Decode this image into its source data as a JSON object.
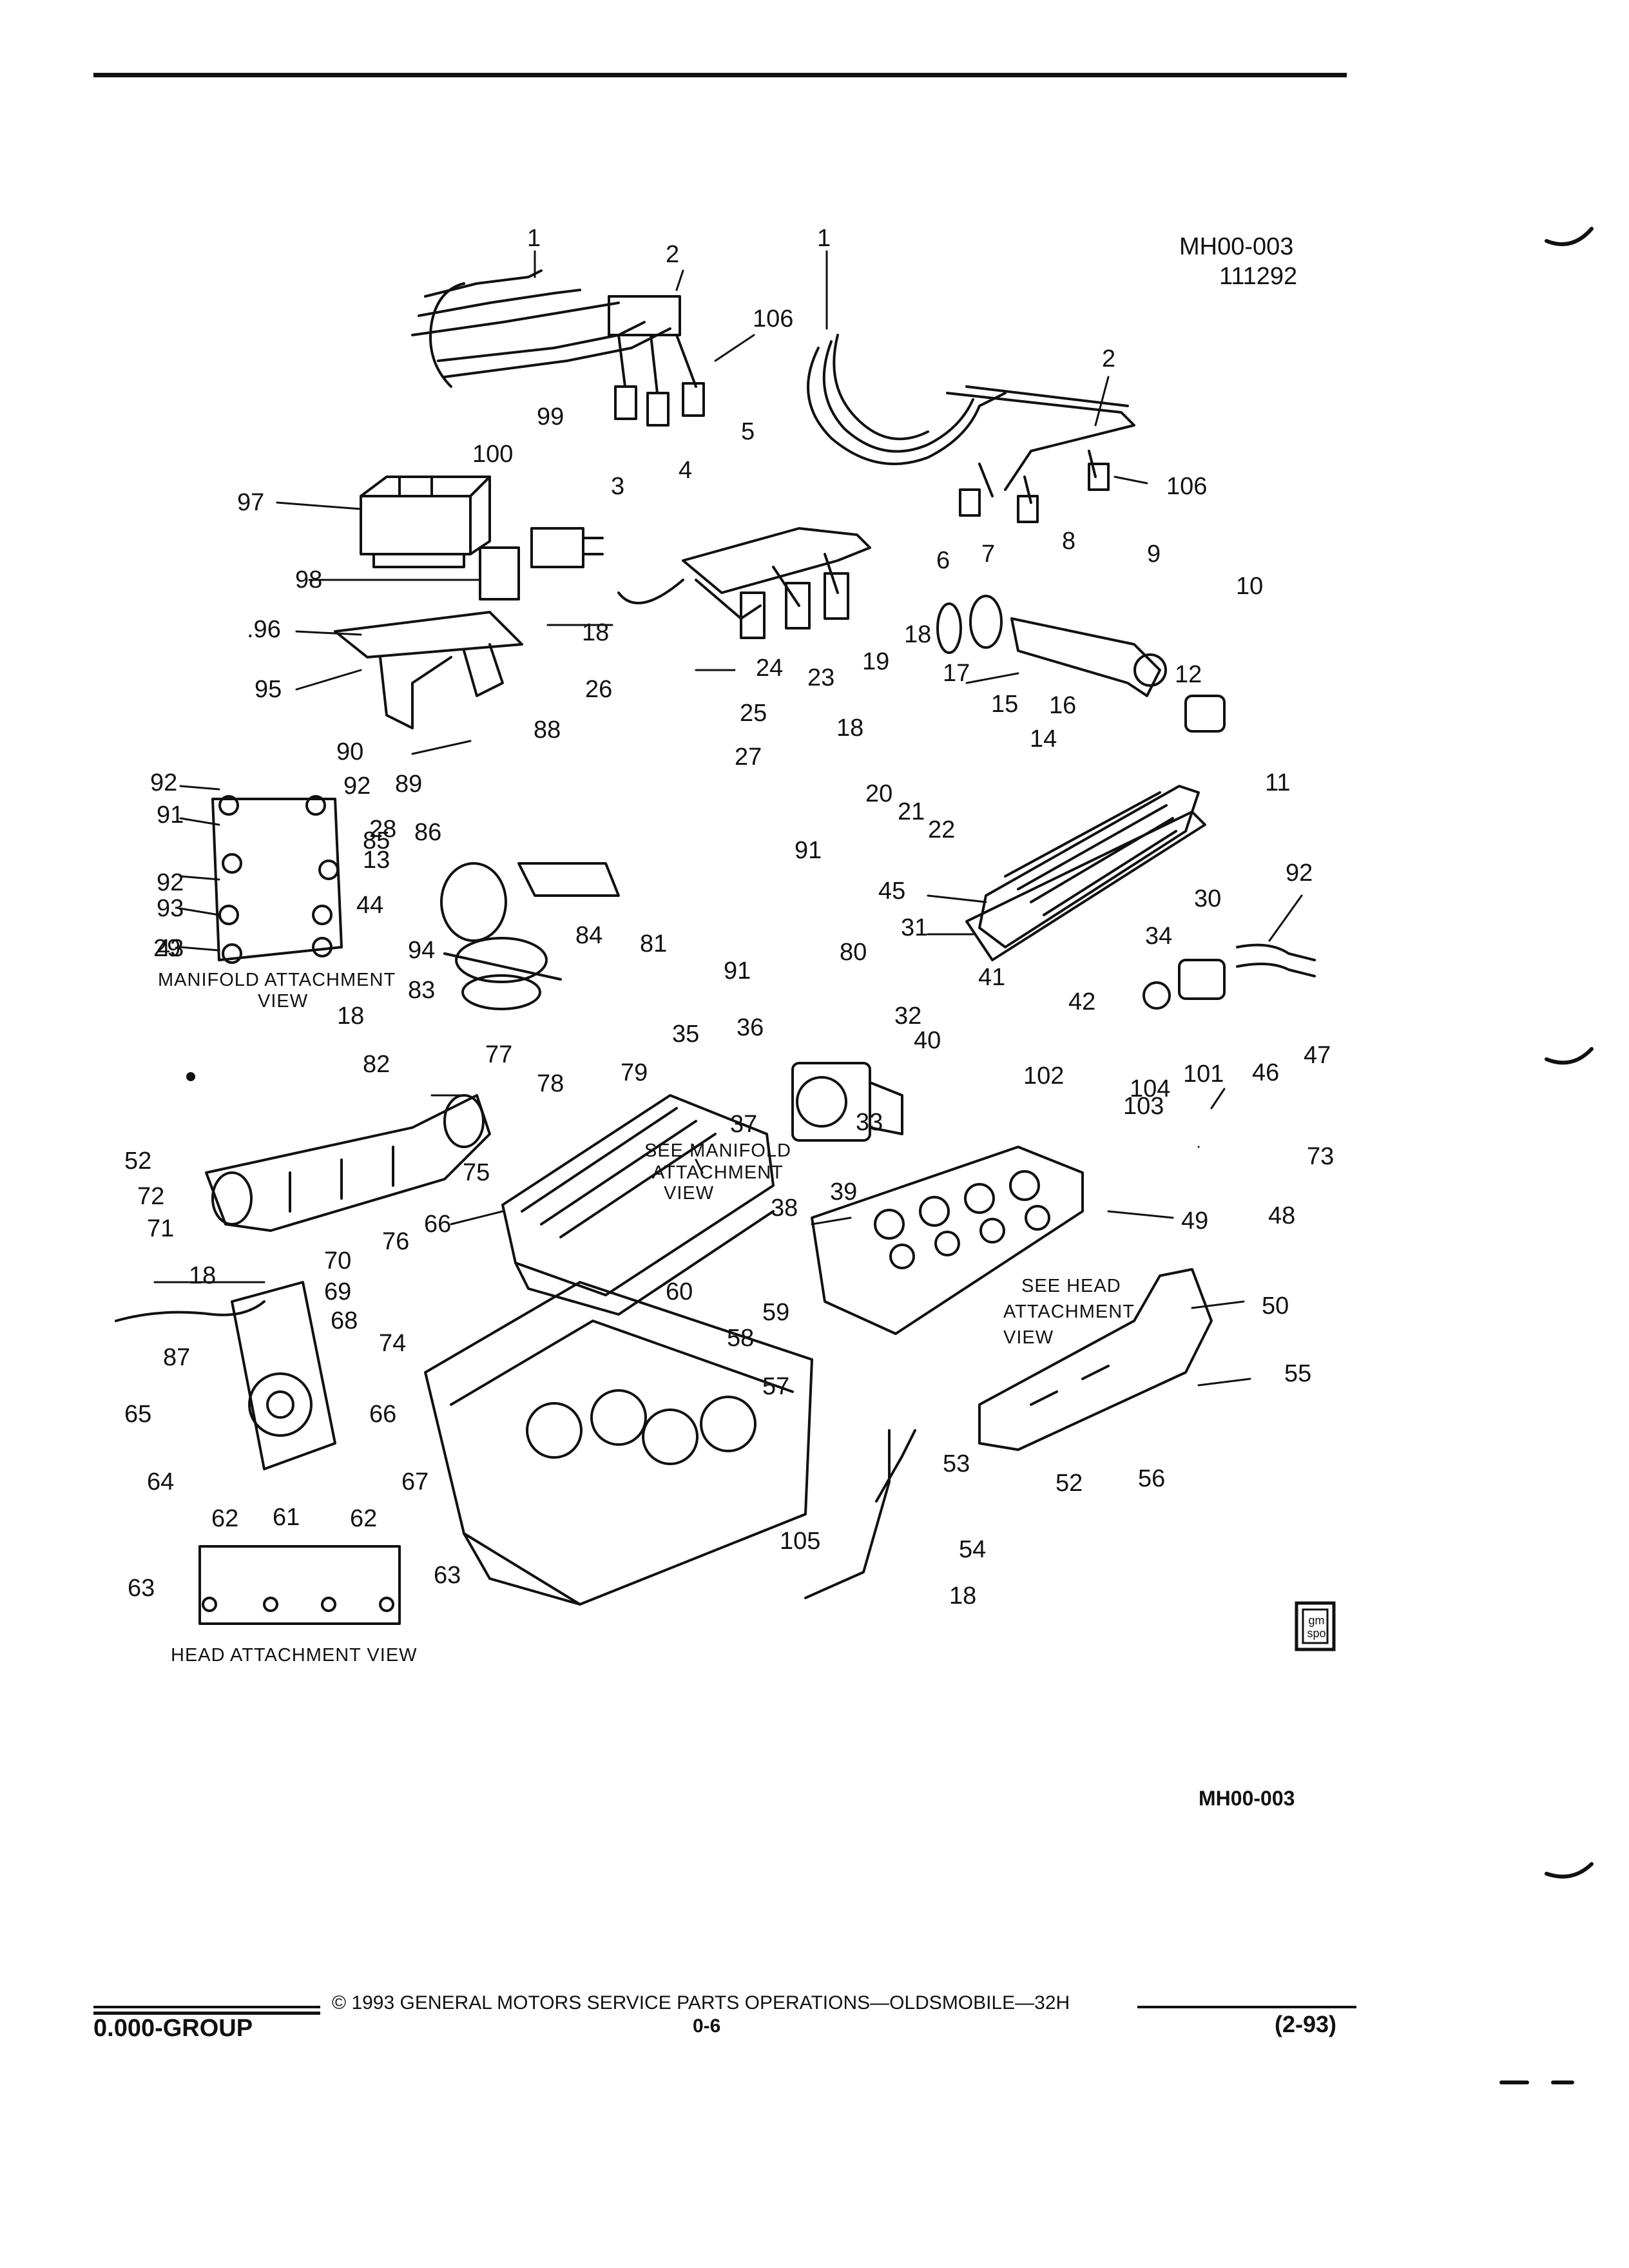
{
  "figure": {
    "id": "MH00-003",
    "date": "111292",
    "bottom_id": "MH00-003"
  },
  "callouts": [
    "1",
    "2",
    "1",
    "106",
    "99",
    "5",
    "100",
    "4",
    "2",
    "97",
    "3",
    "106",
    "98",
    "6",
    "7",
    "8",
    "9",
    "10",
    ".96",
    "18",
    "18",
    "17",
    "95",
    "24",
    "19",
    "12",
    "26",
    "23",
    "15",
    "16",
    "25",
    "18",
    "90",
    "88",
    "27",
    "14",
    "11",
    "92",
    "92",
    "89",
    "20",
    "21",
    "91",
    "85",
    "86",
    "22",
    "28",
    "91",
    "13",
    "92",
    "45",
    "30",
    "92",
    "44",
    "93",
    "31",
    "91",
    "34",
    "43",
    "94",
    "84",
    "81",
    "80",
    "29",
    "41",
    "83",
    "42",
    "36",
    "18",
    "32",
    "35",
    "46",
    "40",
    "82",
    "77",
    "101",
    "47",
    "79",
    "102",
    "104",
    "78",
    "37",
    "103",
    "52",
    "73",
    "33",
    "75",
    "39",
    "48",
    "72",
    "38",
    "49",
    "71",
    "76",
    "66",
    "70",
    "18",
    "60",
    "50",
    "69",
    "59",
    "68",
    "74",
    "87",
    "58",
    "55",
    "57",
    "66",
    "65",
    "67",
    "53",
    "64",
    "52",
    "56",
    "62",
    "61",
    "62",
    "54",
    "105",
    "63",
    "63",
    "18"
  ],
  "views": {
    "manifold_line1": "MANIFOLD  ATTACHMENT",
    "manifold_line2": "VIEW",
    "see_manifold_1": "SEE  MANIFOLD",
    "see_manifold_2": "ATTACHMENT",
    "see_manifold_3": "VIEW",
    "see_head_1": "SEE  HEAD",
    "see_head_2": "ATTACHMENT",
    "see_head_3": "VIEW",
    "head_attachment": "HEAD  ATTACHMENT  VIEW"
  },
  "logo": "gm spo",
  "footer": {
    "group": "0.000-GROUP",
    "copyright": "©  1993  GENERAL  MOTORS  SERVICE  PARTS  OPERATIONS—OLDSMOBILE—32H",
    "page": "0-6",
    "revision": "(2-93)"
  }
}
